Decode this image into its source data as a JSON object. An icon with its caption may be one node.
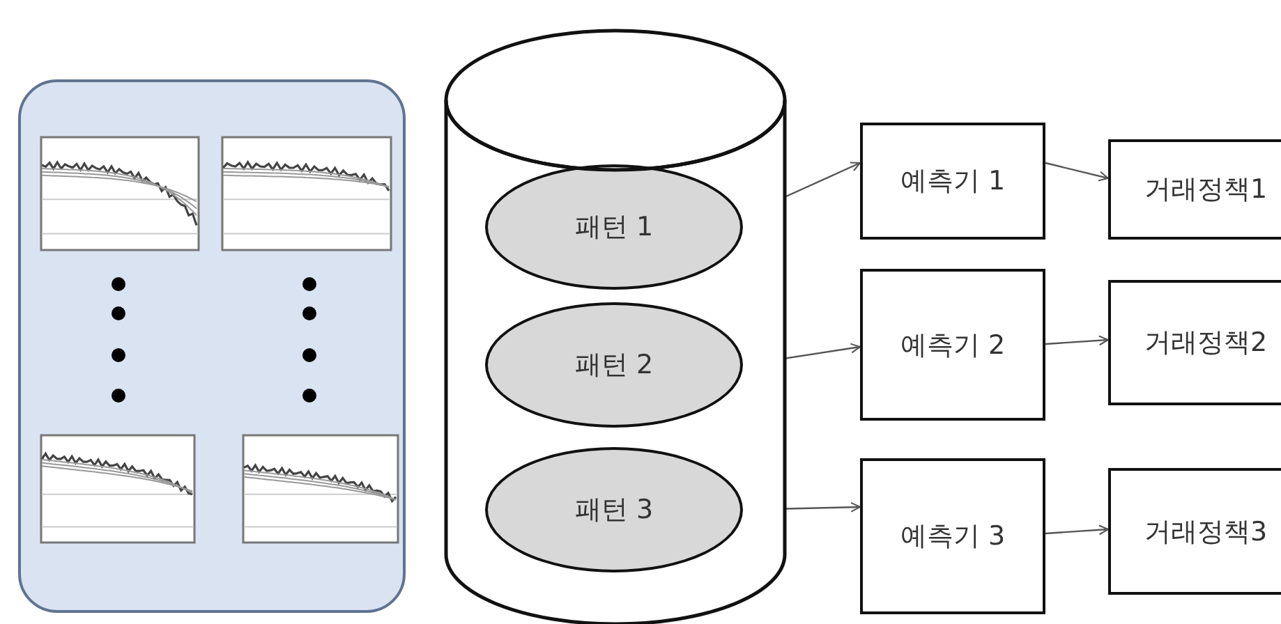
{
  "diagram": {
    "nodes": [
      {
        "text": [],
        "shape": "box"
      },
      {
        "text": [],
        "shape": "picture",
        "in": 0
      },
      {
        "text": [],
        "shape": "picture",
        "in": 0
      },
      {
        "text": [],
        "shape": "picture",
        "in": 0
      },
      {
        "text": [],
        "shape": "picture",
        "in": 0
      },
      {
        "text": [],
        "shape": "cylinder"
      },
      {
        "text": [
          "패턴 1"
        ],
        "in": 5
      },
      {
        "text": [
          "패턴 2"
        ],
        "in": 5
      },
      {
        "text": [
          "패턴 3"
        ],
        "in": 5
      },
      {
        "text": [
          "예측기 1"
        ]
      },
      {
        "text": [
          "예측기 2"
        ]
      },
      {
        "text": [
          "예측기 3"
        ]
      },
      {
        "text": [
          "거래정책1"
        ]
      },
      {
        "text": [
          "거래정책2"
        ]
      },
      {
        "text": [
          "거래정책3"
        ]
      }
    ],
    "edges": [
      {
        "from": 6,
        "to": 9,
        "arrow": "to"
      },
      {
        "from": 7,
        "to": 10,
        "arrow": "to"
      },
      {
        "from": 8,
        "to": 11,
        "arrow": "to"
      },
      {
        "from": 9,
        "to": 12,
        "arrow": "to"
      },
      {
        "from": 10,
        "to": 13,
        "arrow": "to"
      },
      {
        "from": 11,
        "to": 14,
        "arrow": "to"
      }
    ]
  }
}
